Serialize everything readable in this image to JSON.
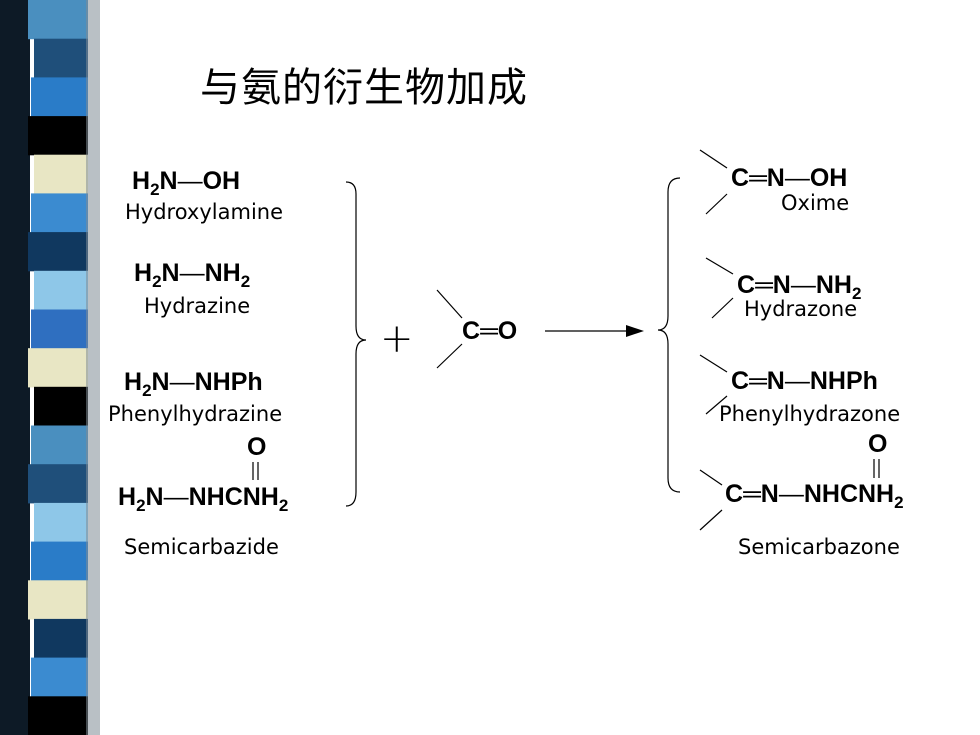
{
  "title": "与氨的衍生物加成",
  "reagents": [
    {
      "formula": [
        "H",
        "2",
        "N",
        "—",
        "OH"
      ],
      "name": "Hydroxylamine"
    },
    {
      "formula": [
        "H",
        "2",
        "N",
        "—",
        "NH",
        "2"
      ],
      "name": "Hydrazine"
    },
    {
      "formula": [
        "H",
        "2",
        "N",
        "—",
        "NHPh"
      ],
      "name": "Phenylhydrazine"
    },
    {
      "formula": [
        "H",
        "2",
        "N",
        "—",
        "NHCNH",
        "2"
      ],
      "name": "Semicarbazide",
      "carbonyl_o": "O"
    }
  ],
  "plus": "+",
  "carbonyl": [
    "C",
    "═",
    "O"
  ],
  "products": [
    {
      "formula": [
        "C",
        "═",
        "N",
        "—",
        "OH"
      ],
      "name": "Oxime"
    },
    {
      "formula": [
        "C",
        "═",
        "N",
        "—",
        "NH",
        "2"
      ],
      "name": "Hydrazone"
    },
    {
      "formula": [
        "C",
        "═",
        "N",
        "—",
        "NHPh"
      ],
      "name": "Phenylhydrazone"
    },
    {
      "formula": [
        "C",
        "═",
        "N",
        "—",
        "NHCNH",
        "2"
      ],
      "name": "Semicarbazone",
      "carbonyl_o": "O"
    }
  ],
  "colors": {
    "stripe": [
      "#4a8fbf",
      "#1f4f7a",
      "#2a7cc8",
      "#000000",
      "#e8e6c4",
      "#3b8bd0",
      "#10385f",
      "#8ec7e8",
      "#2f6fc0",
      "#e8e6c4",
      "#000000",
      "#4a8fbf",
      "#1f4f7a",
      "#8ec7e8",
      "#2a7cc8",
      "#e8e6c4",
      "#10385f",
      "#3b8bd0",
      "#000000"
    ]
  }
}
